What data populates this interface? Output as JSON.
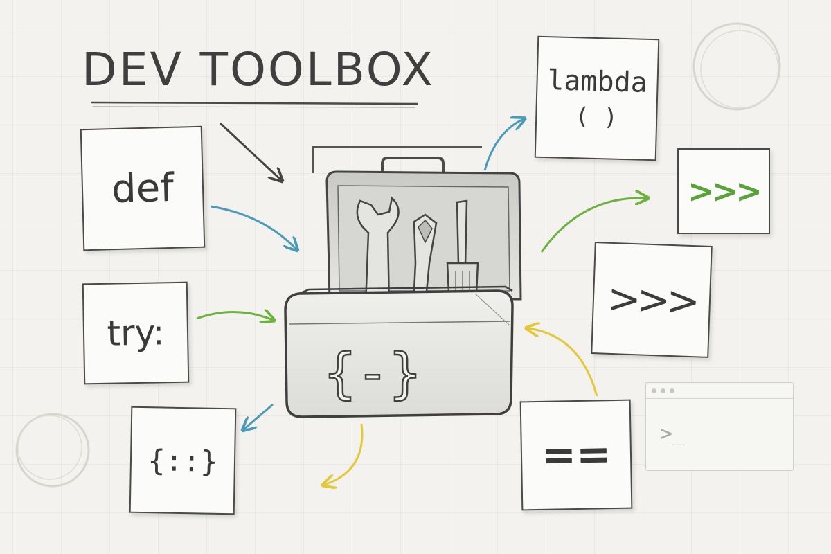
{
  "title": "DEV TOOLBOX",
  "cards": {
    "def": "def",
    "try": "try:",
    "brace": "{::}",
    "lambda": "lambda",
    "lambda_paren": "( )",
    "green_prompt": ">>>",
    "dark_prompt": ">>>",
    "equals": "=="
  },
  "toolbox_emblem": "{-}",
  "terminal_prompt": ">_",
  "colors": {
    "blue": "#4a9ab8",
    "green": "#6bb33e",
    "yellow": "#e3c93a",
    "ink": "#3f3f3f"
  }
}
